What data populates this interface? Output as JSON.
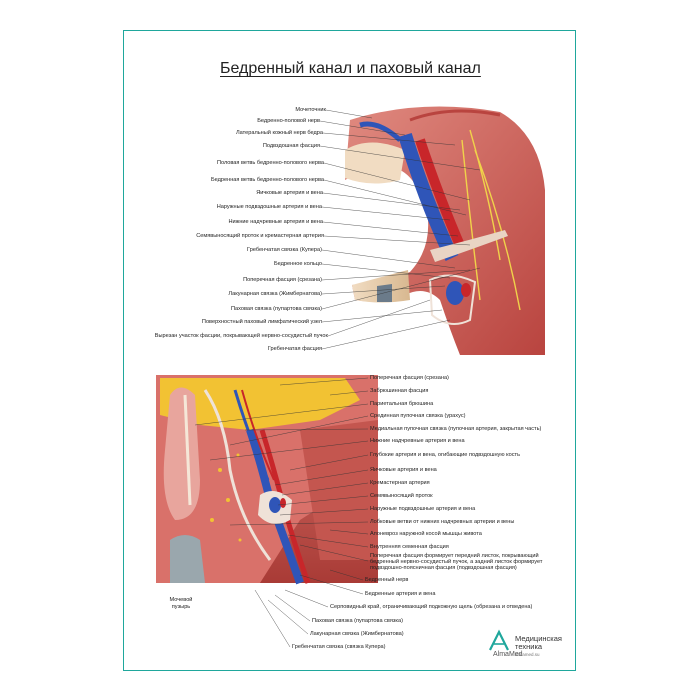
{
  "title": "Бедренный канал и паховый канал",
  "top_labels": [
    "Мочеточник",
    "Бедренно-половой нерв",
    "Латеральный кожный нерв бедра",
    "Подвздошная фасция",
    "Половая ветвь бедренно-полового нерва",
    "Бедренная ветвь бедренно-полового нерва",
    "Яичковые артерия и вена",
    "Наружные подвздошные артерия и вена",
    "Нижние надчревные артерия и вена",
    "Семявыносящий проток и кремастерная артерия",
    "Гребенчатая связка (Купера)",
    "Бедренное кольцо",
    "Поперечная фасция (срезана)",
    "Лакунарная связка (Жимбернатова)",
    "Паховая связка (пупартова связка)",
    "Поверхностный паховый лимфатический узел",
    "Вырезан участок фасции, покрывающей нервно-сосудистый пучок",
    "Гребенчатая фасция"
  ],
  "bottom_labels": [
    "Поперечная фасция (срезана)",
    "Забрюшинная фасция",
    "Париетальная брюшина",
    "Срединная пупочная связка (урахус)",
    "Медиальная пупочная связка (пупочная артерия, закрытая часть)",
    "Нижние надчревные артерия и вена",
    "Глубокие артерия и вена, огибающие подвздошную кость",
    "Яичковые артерия и вена",
    "Кремастерная артерия",
    "Семявыносящий проток",
    "Наружные подвздошные артерия и вена",
    "Лобковые ветви от нижних надчревных артерии и вены",
    "Апоневроз наружной косой мышцы живота",
    "Внутренняя семенная фасция",
    "Поперечная фасция формирует передний листок, покрывающий бедренный нервно-сосудистый пучок, а задний листок формирует подвздошно-поясничная фасция (подвздошная фасция)",
    "Бедренный нерв",
    "Бедренные артерия и вена",
    "Серповидный край, ограничивающий подкожную щель (обрезана и отведена)",
    "Паховая связка (пупартова связка)",
    "Лакунарная связка (Жимбернатова)",
    "Гребенчатая связка (связка Купера)"
  ],
  "bladder_label": "Мочевой пузырь",
  "brand": {
    "name": "AlmaMed",
    "tagline_1": "Медицинская",
    "tagline_2": "техника",
    "url": "almamed.su"
  },
  "colors": {
    "frame": "#1fa79c",
    "muscle": "#c8544f",
    "vein": "#2f55b8",
    "artery": "#c8262a",
    "fat": "#f2c233",
    "nerve": "#f0d24a"
  }
}
